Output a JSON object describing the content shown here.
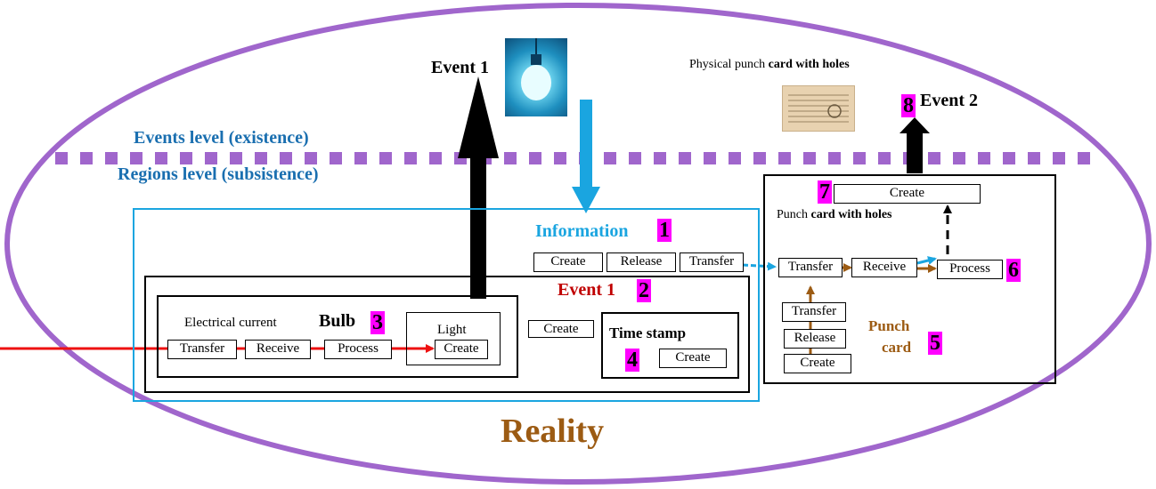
{
  "colors": {
    "ellipse": "#a066cc",
    "info_blue": "#1aa5e0",
    "level_blue": "#1a6fb0",
    "event_red": "#c00000",
    "punch_brown": "#9c5b13",
    "marker": "#ff00ff",
    "red_arrow": "#ee1111"
  },
  "labels": {
    "events_level": "Events level (existence)",
    "regions_level": "Regions level (subsistence)",
    "event1_top": "Event 1",
    "event2_top": "Event 2",
    "physical_card": "Physical punch card with holes",
    "reality": "Reality",
    "information": "Information",
    "event1_inner": "Event 1",
    "bulb": "Bulb",
    "electrical_current": "Electrical current",
    "light": "Light",
    "time_stamp": "Time stamp",
    "punch_card_with_holes_prefix": "Punch",
    "punch_card_with_holes_bold": "card with holes",
    "punch_card_line1": "Punch",
    "punch_card_line2": "card",
    "physical_prefix": "Physical punch",
    "physical_bold": "card with holes"
  },
  "numbers": {
    "n1": "1",
    "n2": "2",
    "n3": "3",
    "n4": "4",
    "n5": "5",
    "n6": "6",
    "n7": "7",
    "n8": "8"
  },
  "boxes": {
    "info_create": "Create",
    "info_release": "Release",
    "info_transfer": "Transfer",
    "bulb_transfer": "Transfer",
    "bulb_receive": "Receive",
    "bulb_process": "Process",
    "light_create": "Create",
    "event_create": "Create",
    "time_create": "Create",
    "pc_transfer": "Transfer",
    "pc_receive": "Receive",
    "pc_process": "Process",
    "pc_create_top": "Create",
    "card_transfer": "Transfer",
    "card_release": "Release",
    "card_create": "Create"
  },
  "icons": {
    "bulb_picture": "light-bulb-icon",
    "card_picture": "punch-card-icon"
  }
}
